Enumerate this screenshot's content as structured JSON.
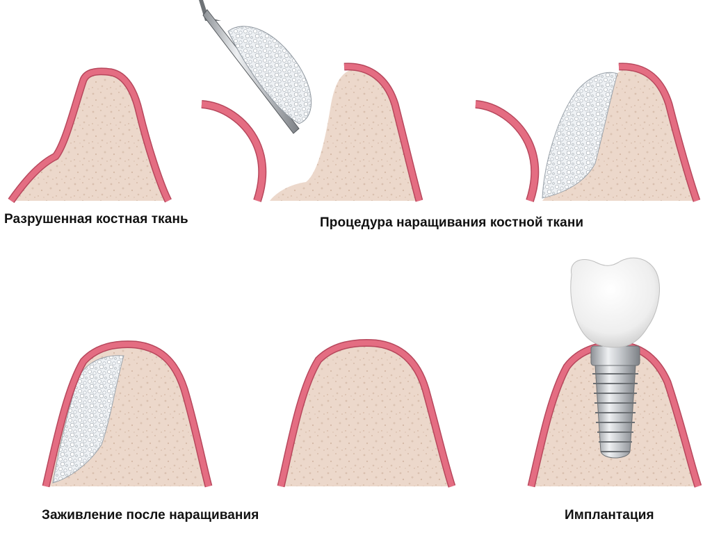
{
  "captions": {
    "destroyed": "Разрушенная костная ткань",
    "procedure": "Процедура наращивания костной ткани",
    "healing": "Заживление после наращивания",
    "implant": "Имплантация"
  },
  "colors": {
    "gum": "#e46d82",
    "gum_edge": "#b7475c",
    "bone": "#ecd8cb",
    "graft": "#eef1f4",
    "metal": "#c7c9cc",
    "crown": "#f4f4f4"
  }
}
